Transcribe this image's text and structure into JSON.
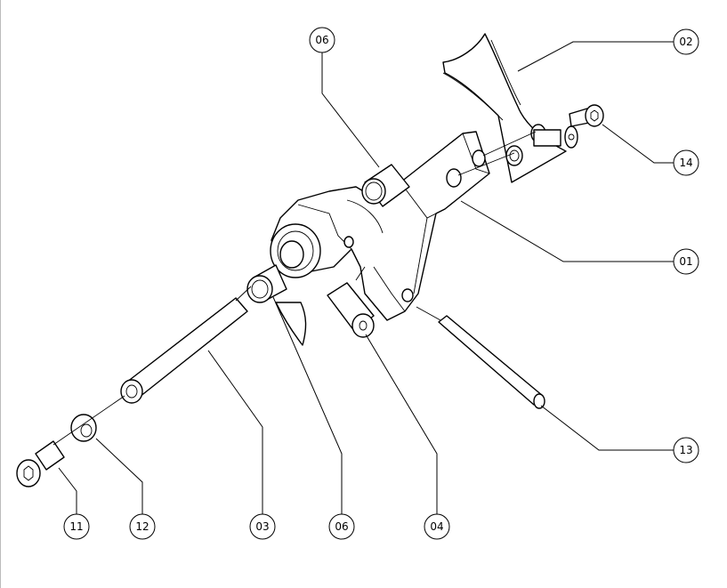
{
  "balloons": [
    {
      "id": "b02",
      "label": "02"
    },
    {
      "id": "b06top",
      "label": "06"
    },
    {
      "id": "b14",
      "label": "14"
    },
    {
      "id": "b01",
      "label": "01"
    },
    {
      "id": "b13",
      "label": "13"
    },
    {
      "id": "b11",
      "label": "11"
    },
    {
      "id": "b12",
      "label": "12"
    },
    {
      "id": "b03",
      "label": "03"
    },
    {
      "id": "b06bot",
      "label": "06"
    },
    {
      "id": "b04",
      "label": "04"
    }
  ]
}
